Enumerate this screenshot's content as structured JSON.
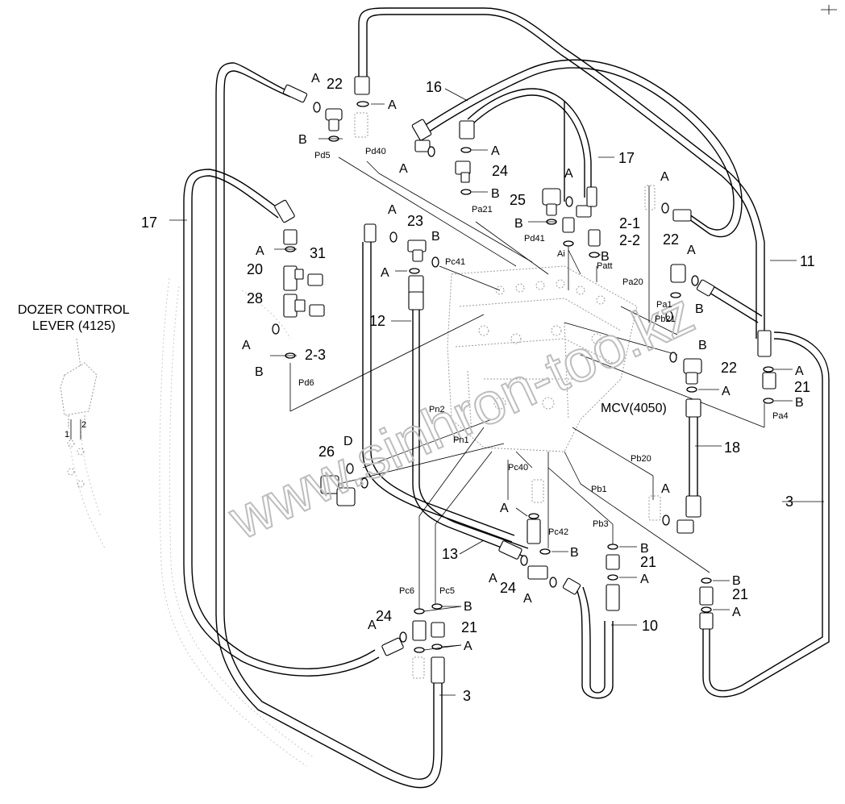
{
  "title": {
    "line1": "DOZER CONTROL",
    "line2": "LEVER (4125)"
  },
  "component": "MCV(4050)",
  "watermark": "www.sinhron-too.kz",
  "lever_ports": {
    "p1": "1",
    "p2": "2"
  },
  "parts": {
    "p2_1": "2-1",
    "p2_2": "2-2",
    "p2_3": "2-3",
    "p3": "3",
    "p10": "10",
    "p11": "11",
    "p12": "12",
    "p13": "13",
    "p16": "16",
    "p17": "17",
    "p18": "18",
    "p20": "20",
    "p21": "21",
    "p22": "22",
    "p23": "23",
    "p24": "24",
    "p25": "25",
    "p26": "26",
    "p28": "28",
    "p31": "31"
  },
  "letters": {
    "A": "A",
    "B": "B",
    "D": "D"
  },
  "ports": {
    "pd5": "Pd5",
    "pd40": "Pd40",
    "pd6": "Pd6",
    "pd41": "Pd41",
    "pa21": "Pa21",
    "pc41": "Pc41",
    "ai": "Ai",
    "patt": "Patt",
    "pa20": "Pa20",
    "pa1": "Pa1",
    "pb21": "Pb21",
    "pa4": "Pa4",
    "pn2": "Pn2",
    "pn1": "Pn1",
    "pc40": "Pc40",
    "pb20": "Pb20",
    "pb1": "Pb1",
    "pc42": "Pc42",
    "pb3": "Pb3",
    "pc6": "Pc6",
    "pc5": "Pc5"
  }
}
